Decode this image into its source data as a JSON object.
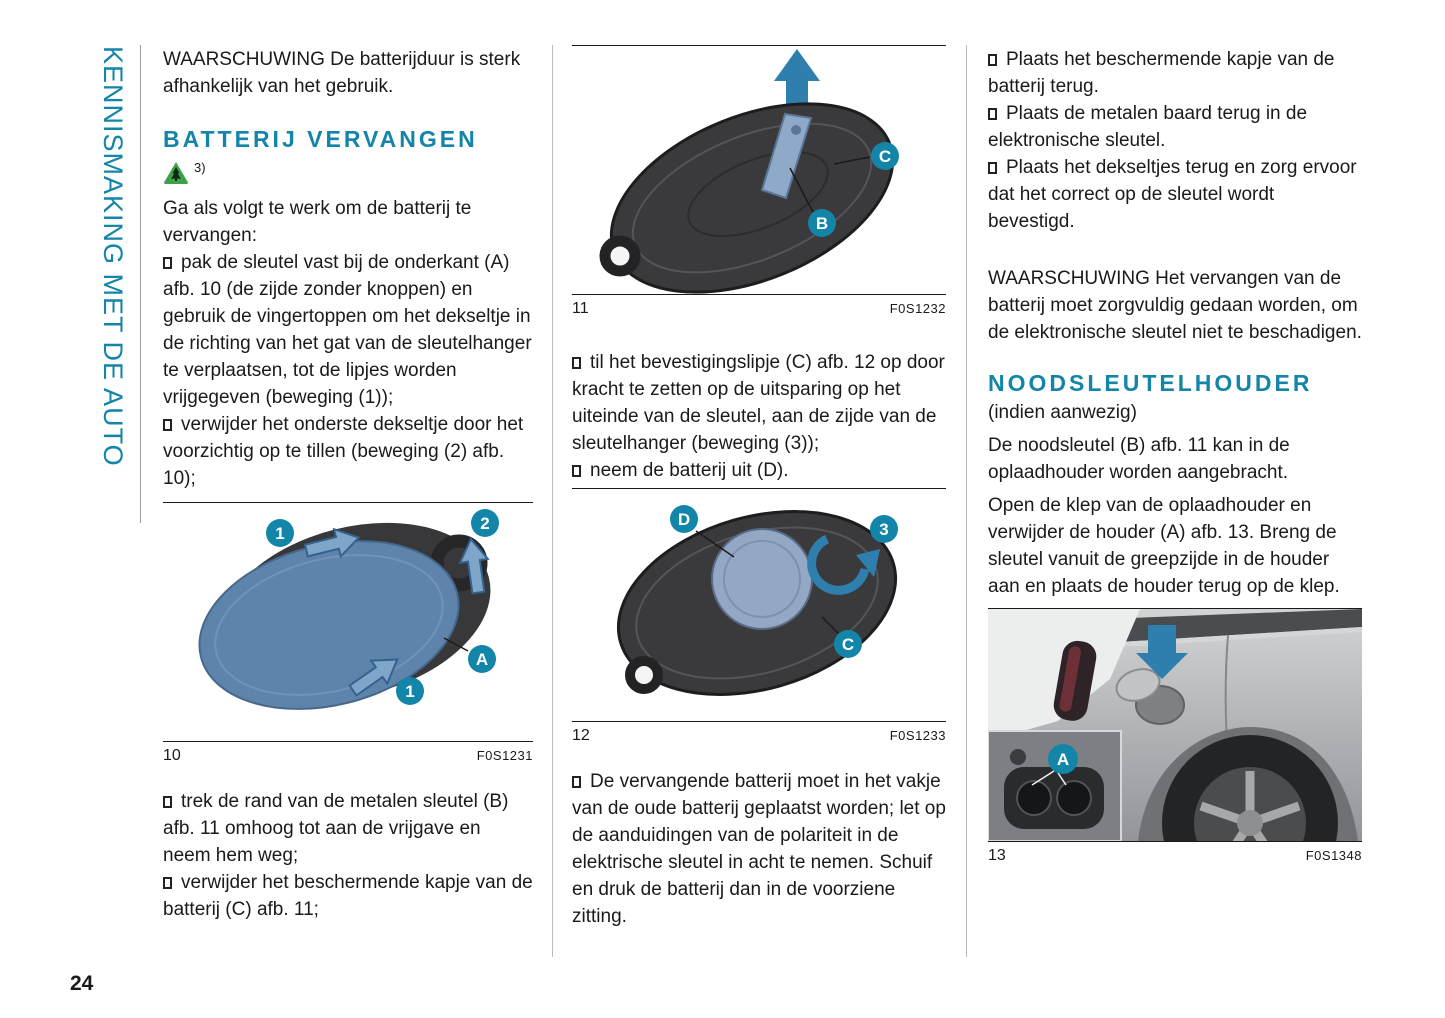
{
  "colors": {
    "accent": "#1285a8",
    "arrow_blue": "#2f7fae",
    "cover_blue": "#5f84ab",
    "fob_dark": "#3a3a3c",
    "battery_silver": "#93a8c4",
    "icon_green": "#3fa24b",
    "text": "#1a1a1a"
  },
  "page": {
    "number": "24",
    "sidebar_title": "KENNISMAKING MET DE AUTO"
  },
  "col1": {
    "warning": "WAARSCHUWING De batterijduur is sterk afhankelijk van het gebruik.",
    "heading": "BATTERIJ VERVANGEN",
    "heading_note": "3)",
    "intro": "Ga als volgt te werk om de batterij te vervangen:",
    "bullets_before_fig": [
      "pak de sleutel vast bij de onderkant (A) afb. 10 (de zijde zonder knoppen) en gebruik de vingertoppen om het dekseltje in de richting van het gat van de sleutelhanger te verplaatsen, tot de lipjes worden vrijgegeven (beweging (1));",
      "verwijder het onderste dekseltje door het voorzichtig op te tillen (beweging (2) afb. 10);"
    ],
    "bullets_after_fig": [
      "trek de rand van de metalen sleutel (B) afb. 11 omhoog tot aan de vrijgave en neem hem weg;",
      "verwijder het beschermende kapje van de batterij (C) afb. 11;"
    ]
  },
  "col2": {
    "bullets_mid": [
      "til het bevestigingslipje (C) afb. 12 op door kracht te zetten op de uitsparing op het uiteinde van de sleutel, aan de zijde van de sleutelhanger (beweging (3));",
      "neem de batterij uit (D)."
    ],
    "bullet_bottom": "De vervangende batterij moet in het vakje van de oude batterij geplaatst worden; let op de aanduidingen van de polariteit in de elektrische sleutel in acht te nemen. Schuif en druk de batterij dan in de voorziene zitting."
  },
  "col3": {
    "bullets": [
      "Plaats het beschermende kapje van de batterij terug.",
      "Plaats de metalen baard terug in de elektronische sleutel.",
      "Plaats het dekseltjes terug en zorg ervoor dat het correct op de sleutel wordt bevestigd."
    ],
    "warning": "WAARSCHUWING Het vervangen van de batterij moet zorgvuldig gedaan worden, om de elektronische sleutel niet te beschadigen.",
    "heading": "NOODSLEUTELHOUDER",
    "subnote": "(indien aanwezig)",
    "para1": "De noodsleutel (B) afb. 11 kan in de oplaadhouder worden aangebracht.",
    "para2": "Open de klep van de oplaadhouder en verwijder de houder (A) afb. 13. Breng de sleutel vanuit de greepzijde in de houder aan en plaats de houder terug op de klep."
  },
  "figures": {
    "fig10": {
      "number": "10",
      "code": "F0S1231",
      "labels": {
        "l1a": "1",
        "l2": "2",
        "lA": "A",
        "l1b": "1"
      }
    },
    "fig11": {
      "number": "11",
      "code": "F0S1232",
      "labels": {
        "lC": "C",
        "lB": "B"
      }
    },
    "fig12": {
      "number": "12",
      "code": "F0S1233",
      "labels": {
        "lD": "D",
        "l3": "3",
        "lC": "C"
      }
    },
    "fig13": {
      "number": "13",
      "code": "F0S1348",
      "labels": {
        "lA": "A"
      }
    }
  }
}
